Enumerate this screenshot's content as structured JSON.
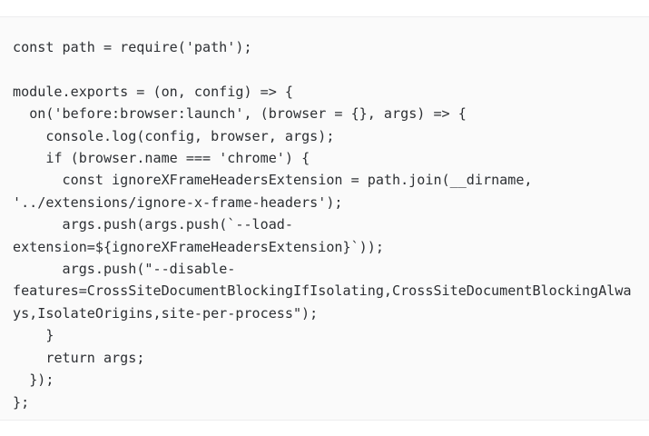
{
  "code_block": {
    "language": "javascript",
    "background_color": "#fafafa",
    "text_color": "#2c2f33",
    "border_color": "#ededee",
    "lines": [
      "const path = require('path');",
      "",
      "module.exports = (on, config) => {",
      "  on('before:browser:launch', (browser = {}, args) => {",
      "    console.log(config, browser, args);",
      "    if (browser.name === 'chrome') {",
      "      const ignoreXFrameHeadersExtension = path.join(__dirname, '../extensions/ignore-x-frame-headers');",
      "      args.push(args.push(`--load-extension=${ignoreXFrameHeadersExtension}`));",
      "      args.push(\"--disable-features=CrossSiteDocumentBlockingIfIsolating,CrossSiteDocumentBlockingAlways,IsolateOrigins,site-per-process\");",
      "    }",
      "    return args;",
      "  });",
      "};"
    ],
    "content": "const path = require('path');\n\nmodule.exports = (on, config) => {\n  on('before:browser:launch', (browser = {}, args) => {\n    console.log(config, browser, args);\n    if (browser.name === 'chrome') {\n      const ignoreXFrameHeadersExtension = path.join(__dirname, '../extensions/ignore-x-frame-headers');\n      args.push(args.push(`--load-extension=${ignoreXFrameHeadersExtension}`));\n      args.push(\"--disable-features=CrossSiteDocumentBlockingIfIsolating,CrossSiteDocumentBlockingAlways,IsolateOrigins,site-per-process\");\n    }\n    return args;\n  });\n};"
  }
}
